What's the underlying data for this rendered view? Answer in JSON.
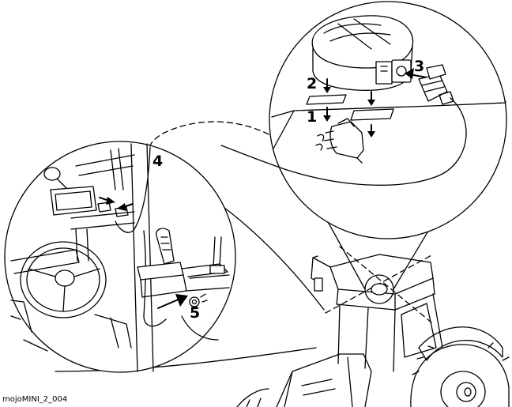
{
  "figure": {
    "caption": "mojoMINI_2_004",
    "steps": [
      "1",
      "2",
      "3",
      "4",
      "5"
    ]
  },
  "colors": {
    "line": "#000000",
    "background": "#ffffff"
  }
}
